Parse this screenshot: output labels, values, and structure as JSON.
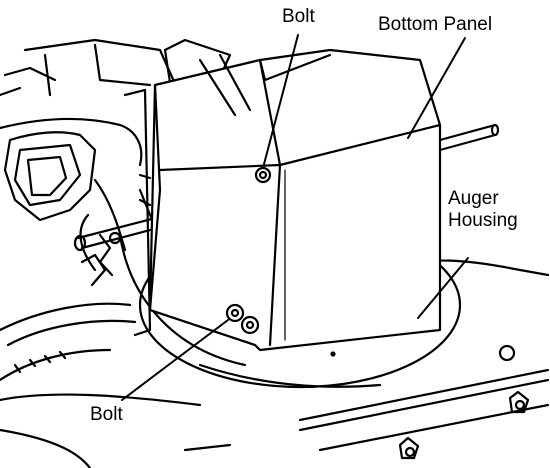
{
  "labels": {
    "bolt_top": "Bolt",
    "bottom_panel": "Bottom Panel",
    "auger_housing": "Auger\nHousing",
    "bolt_bottom": "Bolt"
  },
  "colors": {
    "ink": "#000000",
    "paper": "#ffffff"
  }
}
